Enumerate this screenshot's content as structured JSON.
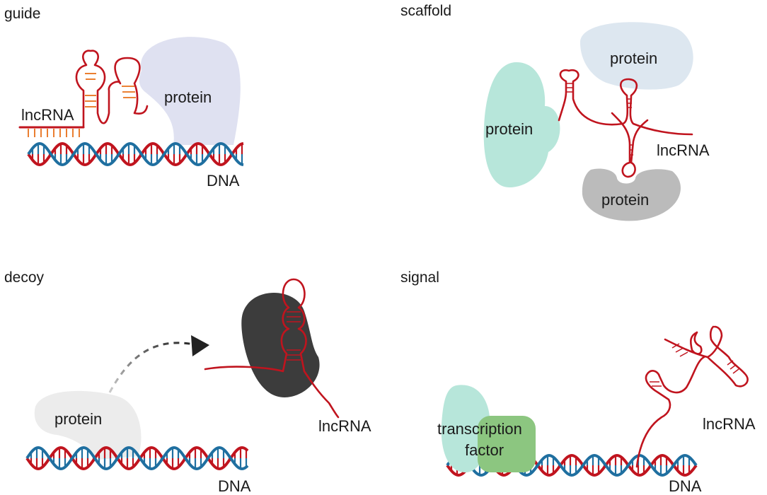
{
  "panels": {
    "guide": {
      "title": "guide",
      "rna_label": "lncRNA",
      "protein_label": "protein",
      "dna_label": "DNA"
    },
    "scaffold": {
      "title": "scaffold",
      "protein_top": "protein",
      "protein_left": "protein",
      "protein_bottom": "protein",
      "rna_label": "lncRNA"
    },
    "decoy": {
      "title": "decoy",
      "protein_label": "protein",
      "rna_label": "lncRNA",
      "dna_label": "DNA"
    },
    "signal": {
      "title": "signal",
      "tf_label_line1": "transcription",
      "tf_label_line2": "factor",
      "rna_label": "lncRNA",
      "dna_label": "DNA"
    }
  },
  "colors": {
    "rna": "#c0141e",
    "rna_base_pair": "#e8701a",
    "dna_strand_red": "#c0141e",
    "dna_strand_blue": "#1f6fa0",
    "protein_lavender": "#dfe1f1",
    "protein_mint": "#b7e6da",
    "protein_lightblue": "#dde7f0",
    "protein_gray": "#bbbbbb",
    "protein_dark": "#3c3c3c",
    "protein_faint": "#ececec",
    "transcription_factor": "#8cc680"
  }
}
